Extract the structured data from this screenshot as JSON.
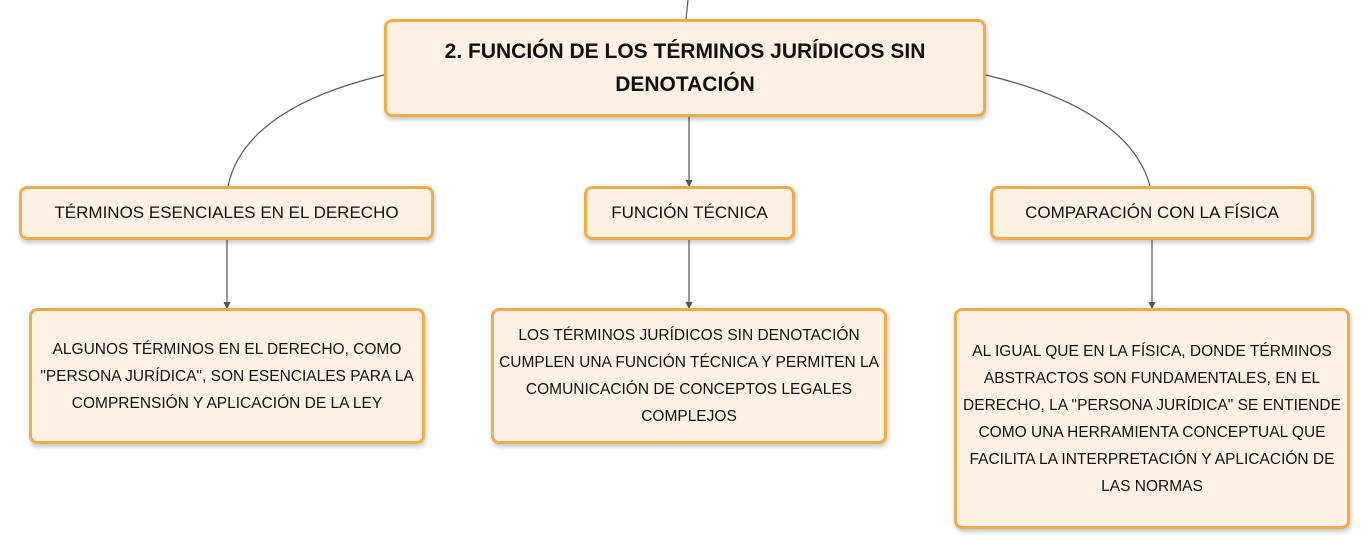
{
  "root": {
    "label": "2. FUNCIÓN DE LOS TÉRMINOS JURÍDICOS SIN DENOTACIÓN"
  },
  "branches": [
    {
      "title": "TÉRMINOS ESENCIALES EN EL DERECHO",
      "detail": "ALGUNOS TÉRMINOS EN EL DERECHO, COMO \"PERSONA JURÍDICA\", SON ESENCIALES PARA LA COMPRENSIÓN Y APLICACIÓN DE LA LEY"
    },
    {
      "title": "FUNCIÓN TÉCNICA",
      "detail": "LOS TÉRMINOS JURÍDICOS SIN DENOTACIÓN CUMPLEN UNA FUNCIÓN TÉCNICA Y PERMITEN LA COMUNICACIÓN DE CONCEPTOS LEGALES COMPLEJOS"
    },
    {
      "title": "COMPARACIÓN CON LA FÍSICA",
      "detail": "AL IGUAL QUE EN LA FÍSICA, DONDE TÉRMINOS ABSTRACTOS SON FUNDAMENTALES, EN EL DERECHO, LA \"PERSONA JURÍDICA\" SE ENTIENDE COMO UNA HERRAMIENTA CONCEPTUAL QUE FACILITA LA INTERPRETACIÓN Y APLICACIÓN DE LAS NORMAS"
    }
  ],
  "colors": {
    "node_fill": "#fdf1e3",
    "node_border": "#f2ac4c",
    "connector": "#555555"
  }
}
